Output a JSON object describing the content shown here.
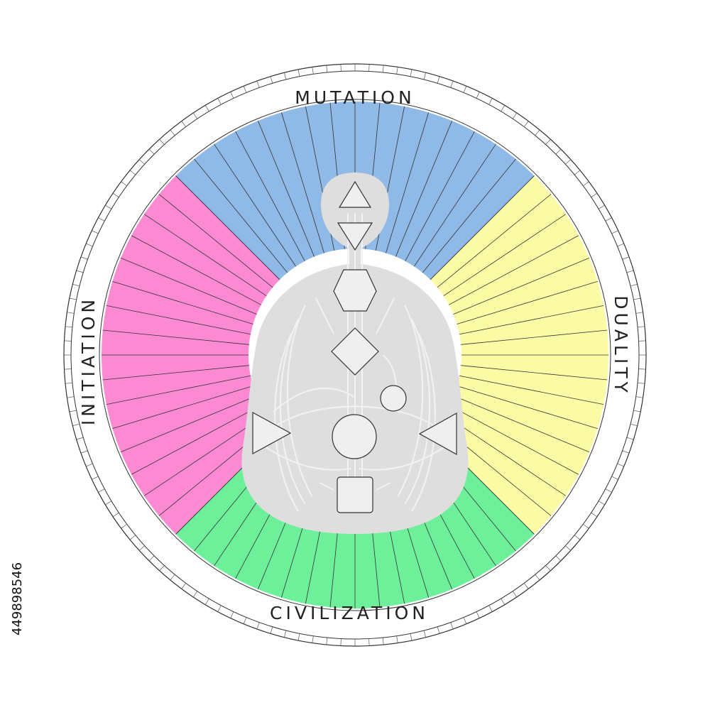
{
  "wheel": {
    "quarters": [
      {
        "key": "mutation",
        "label": "MUTATION",
        "color": "#8fb9e6"
      },
      {
        "key": "duality",
        "label": "DUALITY",
        "color": "#fbfba6"
      },
      {
        "key": "civilization",
        "label": "CIVILIZATION",
        "color": "#6ef09a"
      },
      {
        "key": "initiation",
        "label": "INITIATION",
        "color": "#fb8ad3"
      }
    ],
    "gates_per_quarter": 16,
    "body_color": "#dedede",
    "center_fill": "#efefef",
    "line_color": "#333333"
  },
  "stock_id": "449898546"
}
